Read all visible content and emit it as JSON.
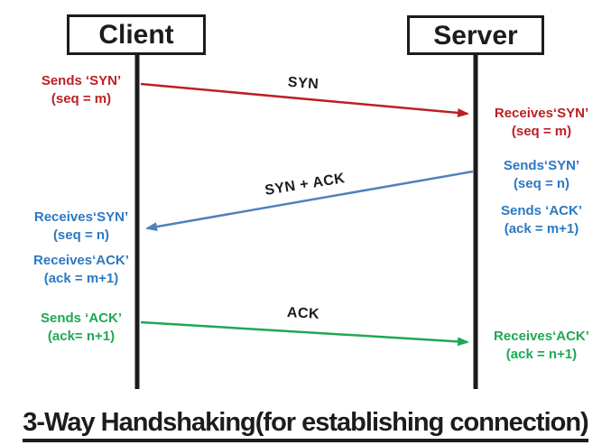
{
  "colors": {
    "red": "#bb2025",
    "blue": "#2b79c2",
    "arrow_blue": "#4f81bd",
    "green": "#1ea854",
    "ink": "#1c1c1c"
  },
  "boxes": {
    "client": "Client",
    "server": "Server"
  },
  "arrows": {
    "syn": {
      "label": "SYN"
    },
    "syn_ack": {
      "label": "SYN + ACK"
    },
    "ack": {
      "label": "ACK"
    }
  },
  "client_notes": {
    "sends_syn": {
      "line1": "Sends ‘SYN’",
      "line2": "(seq = m)"
    },
    "receives_syn": {
      "line1": "Receives‘SYN’",
      "line2": "(seq = n)"
    },
    "receives_ack": {
      "line1": "Receives‘ACK’",
      "line2": "(ack = m+1)"
    },
    "sends_ack": {
      "line1": "Sends ‘ACK’",
      "line2": "(ack= n+1)"
    }
  },
  "server_notes": {
    "receives_syn": {
      "line1": "Receives‘SYN’",
      "line2": "(seq = m)"
    },
    "sends_syn": {
      "line1": "Sends‘SYN’",
      "line2": "(seq = n)"
    },
    "sends_ack": {
      "line1": "Sends ‘ACK’",
      "line2": "(ack = m+1)"
    },
    "receives_ack": {
      "line1": "Receives‘ACK’",
      "line2": "(ack = n+1)"
    }
  },
  "title": "3-Way Handshaking(for establishing connection)"
}
